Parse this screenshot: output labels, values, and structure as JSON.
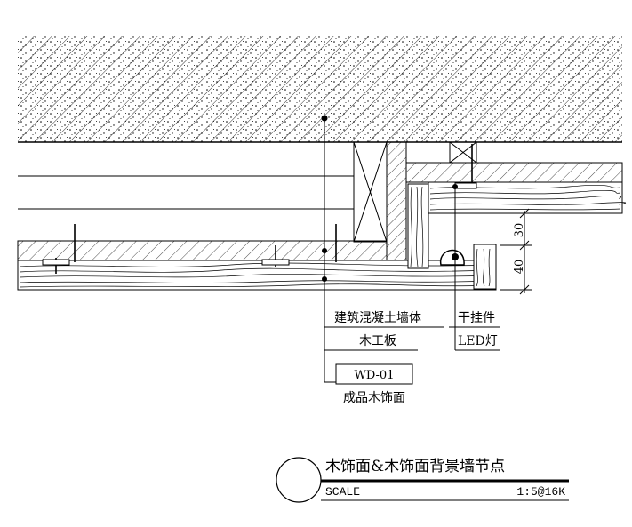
{
  "labels": {
    "concrete_wall": "建筑混凝土墙体",
    "hanger": "干挂件",
    "plywood": "木工板",
    "led_light": "LED灯",
    "finish_code": "WD-01",
    "finished_panel": "成品木饰面"
  },
  "dimensions": {
    "upper": "30",
    "lower": "40"
  },
  "title_block": {
    "title": "木饰面&木饰面背景墙节点",
    "scale_label": "SCALE",
    "scale_value": "1:5@16K"
  }
}
